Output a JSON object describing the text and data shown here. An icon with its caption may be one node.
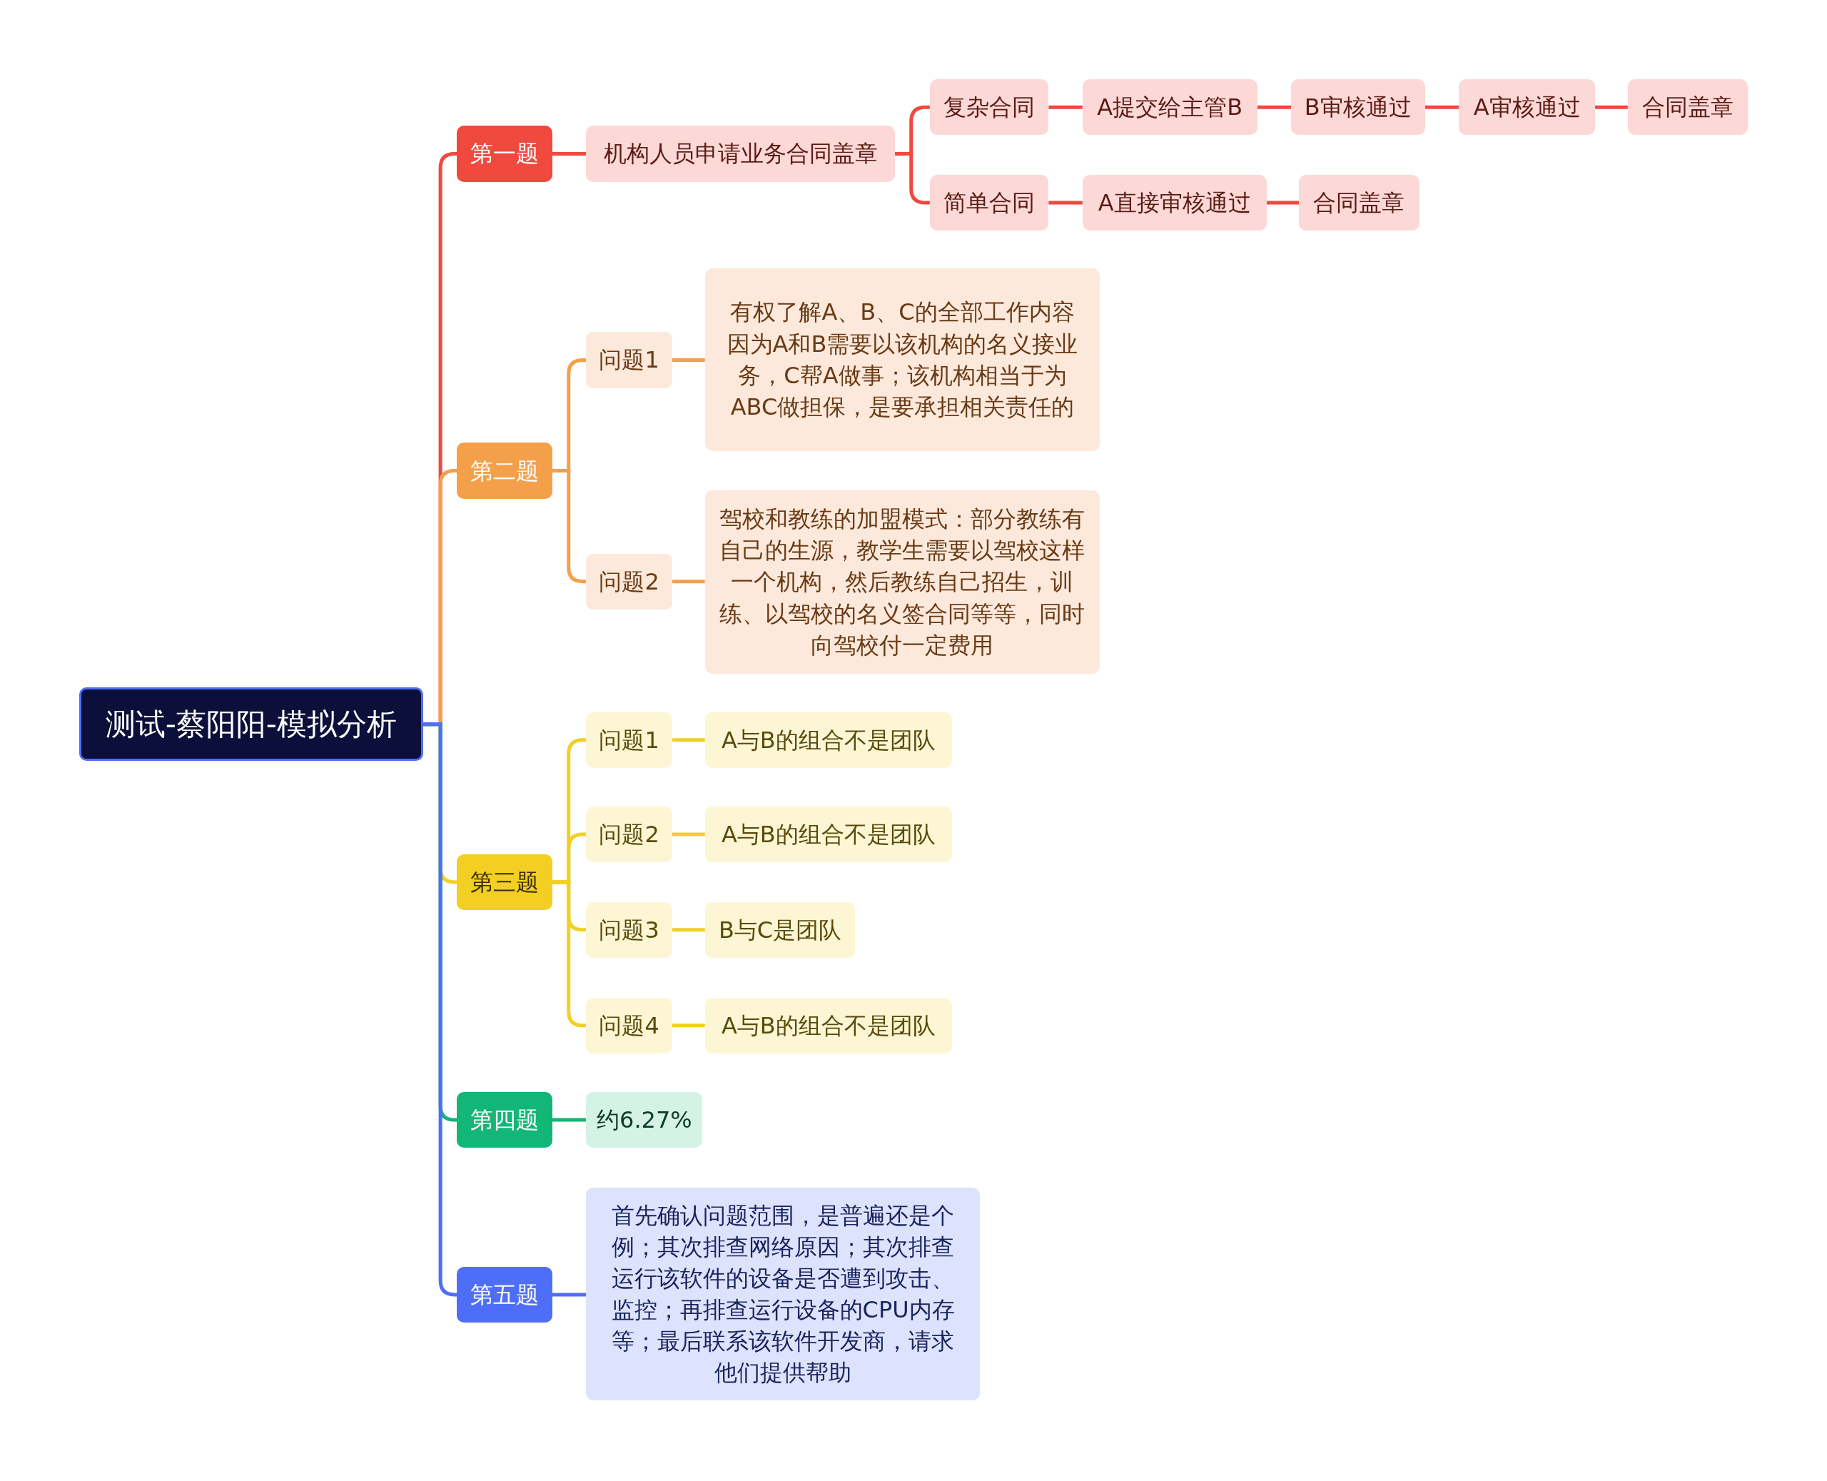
{
  "diagram": {
    "nodes": [
      {
        "text": [
          "测试-蔡阳阳-模拟分析"
        ]
      },
      {
        "text": [
          "第一题"
        ]
      },
      {
        "text": [
          "机构人员申请业务合同盖章"
        ]
      },
      {
        "text": [
          "复杂合同"
        ]
      },
      {
        "text": [
          "A提交给主管B"
        ]
      },
      {
        "text": [
          "B审核通过"
        ]
      },
      {
        "text": [
          "A审核通过"
        ]
      },
      {
        "text": [
          "合同盖章"
        ]
      },
      {
        "text": [
          "简单合同"
        ]
      },
      {
        "text": [
          "A直接审核通过"
        ]
      },
      {
        "text": [
          "合同盖章"
        ]
      },
      {
        "text": [
          "第二题"
        ]
      },
      {
        "text": [
          "问题1"
        ]
      },
      {
        "text": [
          "有权了解A、B、C的全部工作内容因为A和B需要以该机构的名义接业务，C帮A做事；该机构相当于为ABC做担保，是要承担相关责任的"
        ]
      },
      {
        "text": [
          "问题2"
        ]
      },
      {
        "text": [
          "驾校和教练的加盟模式：部分教练有自己的生源，教学生需要以驾校这样一个机构，然后教练自己招生，训练、以驾校的名义签合同等等，同时向驾校付一定费用"
        ]
      },
      {
        "text": [
          "第三题"
        ]
      },
      {
        "text": [
          "问题1"
        ]
      },
      {
        "text": [
          "A与B的组合不是团队"
        ]
      },
      {
        "text": [
          "问题2"
        ]
      },
      {
        "text": [
          "A与B的组合不是团队"
        ]
      },
      {
        "text": [
          "问题3"
        ]
      },
      {
        "text": [
          "B与C是团队"
        ]
      },
      {
        "text": [
          "问题4"
        ]
      },
      {
        "text": [
          "A与B的组合不是团队"
        ]
      },
      {
        "text": [
          "第四题"
        ]
      },
      {
        "text": [
          "约6.27%"
        ]
      },
      {
        "text": [
          "第五题"
        ]
      },
      {
        "text": [
          "首先确认问题范围，是普遍还是个例；其次排查网络原因；其次排查运行该软件的设备是否遭到攻击、监控；再排查运行设备的CPU内存等；最后联系该软件开发商，请求他们提供帮助"
        ]
      }
    ],
    "edges": [
      {
        "from": 0,
        "to": 1,
        "arrow": "none",
        "color": "#f0493e"
      },
      {
        "from": 1,
        "to": 2,
        "arrow": "none",
        "color": "#f0493e"
      },
      {
        "from": 2,
        "to": 3,
        "arrow": "none",
        "color": "#f0493e"
      },
      {
        "from": 3,
        "to": 4,
        "arrow": "none",
        "color": "#f0493e"
      },
      {
        "from": 4,
        "to": 5,
        "arrow": "none",
        "color": "#f0493e"
      },
      {
        "from": 5,
        "to": 6,
        "arrow": "none",
        "color": "#f0493e"
      },
      {
        "from": 6,
        "to": 7,
        "arrow": "none",
        "color": "#f0493e"
      },
      {
        "from": 2,
        "to": 8,
        "arrow": "none",
        "color": "#f0493e"
      },
      {
        "from": 8,
        "to": 9,
        "arrow": "none",
        "color": "#f0493e"
      },
      {
        "from": 9,
        "to": 10,
        "arrow": "none",
        "color": "#f0493e"
      },
      {
        "from": 0,
        "to": 11,
        "arrow": "none",
        "color": "#f4a04a"
      },
      {
        "from": 11,
        "to": 12,
        "arrow": "none",
        "color": "#f4a04a"
      },
      {
        "from": 12,
        "to": 13,
        "arrow": "none",
        "color": "#f4a04a"
      },
      {
        "from": 11,
        "to": 14,
        "arrow": "none",
        "color": "#f4a04a"
      },
      {
        "from": 14,
        "to": 15,
        "arrow": "none",
        "color": "#f4a04a"
      },
      {
        "from": 0,
        "to": 16,
        "arrow": "none",
        "color": "#f2cf22"
      },
      {
        "from": 16,
        "to": 17,
        "arrow": "none",
        "color": "#f2cf22"
      },
      {
        "from": 17,
        "to": 18,
        "arrow": "none",
        "color": "#f2cf22"
      },
      {
        "from": 16,
        "to": 19,
        "arrow": "none",
        "color": "#f2cf22"
      },
      {
        "from": 19,
        "to": 20,
        "arrow": "none",
        "color": "#f2cf22"
      },
      {
        "from": 16,
        "to": 21,
        "arrow": "none",
        "color": "#f2cf22"
      },
      {
        "from": 21,
        "to": 22,
        "arrow": "none",
        "color": "#f2cf22"
      },
      {
        "from": 16,
        "to": 23,
        "arrow": "none",
        "color": "#f2cf22"
      },
      {
        "from": 23,
        "to": 24,
        "arrow": "none",
        "color": "#f2cf22"
      },
      {
        "from": 0,
        "to": 25,
        "arrow": "none",
        "color": "#12b676"
      },
      {
        "from": 25,
        "to": 26,
        "arrow": "none",
        "color": "#12b676"
      },
      {
        "from": 0,
        "to": 27,
        "arrow": "none",
        "color": "#4f6ef7"
      },
      {
        "from": 27,
        "to": 28,
        "arrow": "none",
        "color": "#4f6ef7"
      }
    ]
  }
}
